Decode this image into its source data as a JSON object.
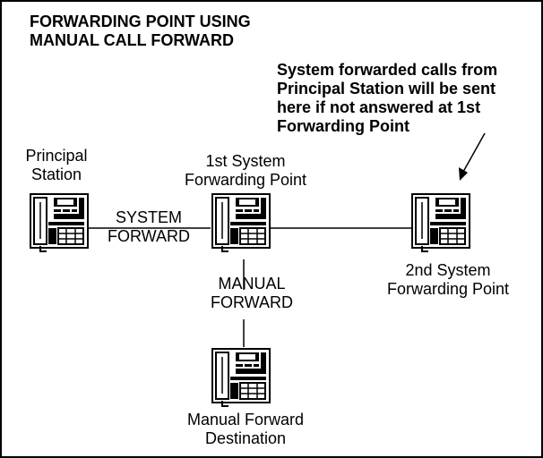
{
  "title": {
    "line1": "FORWARDING POINT USING",
    "line2": "MANUAL CALL FORWARD"
  },
  "callout": {
    "line1": "System forwarded calls from",
    "line2": "Principal Station will be sent",
    "line3": "here if not answered at 1st",
    "line4": "Forwarding Point"
  },
  "nodes": {
    "principal": {
      "line1": "Principal",
      "line2": "Station",
      "icon": "telephone-icon"
    },
    "first_point": {
      "line1": "1st System",
      "line2": "Forwarding Point",
      "icon": "telephone-icon"
    },
    "second_point": {
      "line1": "2nd System",
      "line2": "Forwarding Point",
      "icon": "telephone-icon"
    },
    "manual_destination": {
      "line1": "Manual Forward",
      "line2": "Destination",
      "icon": "telephone-icon"
    }
  },
  "links": {
    "system_forward": {
      "line1": "SYSTEM",
      "line2": "FORWARD"
    },
    "manual_forward": {
      "line1": "MANUAL",
      "line2": "FORWARD"
    }
  }
}
